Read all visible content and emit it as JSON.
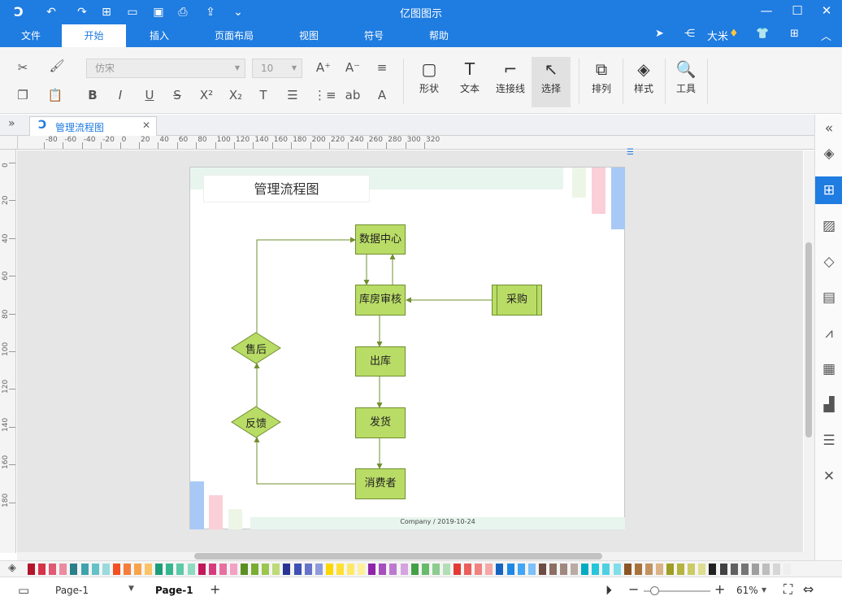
{
  "app": {
    "title": "亿图图示"
  },
  "quick": {
    "logo": "logo-icon",
    "undo": "↶",
    "redo": "↷",
    "new": "⊞",
    "open": "▭",
    "save": "▣",
    "print": "⎙",
    "export": "⇪",
    "more": "⌄"
  },
  "menu": [
    "文件",
    "开始",
    "插入",
    "页面布局",
    "视图",
    "符号",
    "帮助"
  ],
  "user": {
    "name": "大米"
  },
  "ribbon": {
    "font": "仿宋",
    "size": "10",
    "shape": "形状",
    "text": "文本",
    "connector": "连接线",
    "select": "选择",
    "arrange": "排列",
    "style": "样式",
    "tools": "工具"
  },
  "tab": {
    "title": "管理流程图"
  },
  "ruler": {
    "h": [
      "-80",
      "-60",
      "-40",
      "-20",
      "0",
      "20",
      "40",
      "60",
      "80",
      "100",
      "120",
      "140",
      "160",
      "180",
      "200",
      "220",
      "240",
      "260",
      "280",
      "300",
      "320"
    ],
    "v": [
      "0",
      "20",
      "40",
      "60",
      "80",
      "100",
      "120",
      "140",
      "160",
      "180"
    ]
  },
  "diagram": {
    "title": "管理流程图",
    "footer": "Company / 2019-10-24",
    "nodes": {
      "data_center": "数据中心",
      "warehouse": "库房审核",
      "purchase": "采购",
      "outbound": "出库",
      "delivery": "发货",
      "consumer": "消费者",
      "aftersale": "售后",
      "feedback": "反馈"
    }
  },
  "status": {
    "page_selector": "Page-1",
    "page_tab": "Page-1",
    "zoom": "61%"
  },
  "colors": {
    "accent": "#1f7ce0",
    "node_fill": "#b9dc66",
    "node_border": "#6f8f2e"
  }
}
